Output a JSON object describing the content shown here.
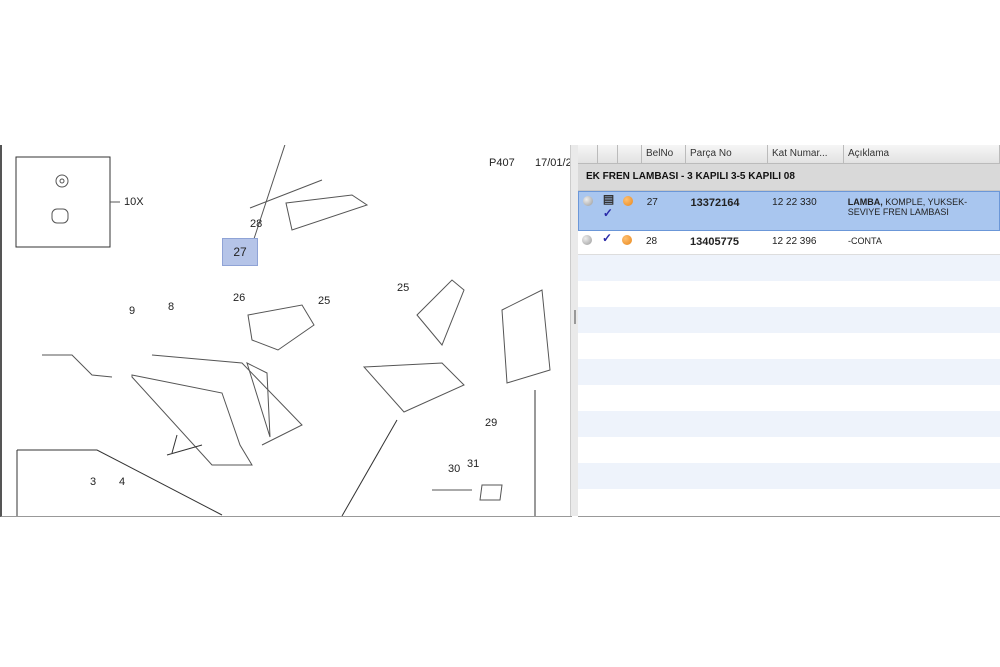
{
  "diagram": {
    "code": "P407",
    "date": "17/01/2",
    "callouts": [
      "10X",
      "28",
      "27",
      "9",
      "8",
      "26",
      "25",
      "25",
      "3",
      "4",
      "29",
      "30",
      "31"
    ],
    "highlighted": "27"
  },
  "table": {
    "columns": [
      "",
      "",
      "",
      "BelNo",
      "Parça No",
      "Kat Numar...",
      "Açıklama"
    ],
    "group": "EK FREN LAMBASI - 3 KAPILI 3-5 KAPILI 08",
    "rows": [
      {
        "belno": "27",
        "parca_no": "13372164",
        "kat_no": "12 22 330",
        "desc_bold": "LAMBA,",
        "desc": " KOMPLE, YUKSEK-SEVIYE FREN LAMBASI",
        "selected": true
      },
      {
        "belno": "28",
        "parca_no": "13405775",
        "kat_no": "12 22 396",
        "desc_bold": "",
        "desc": "-CONTA",
        "selected": false
      }
    ]
  },
  "colors": {
    "selected": "#a9c6ef",
    "highlight": "#b5c4e8",
    "stripe": "#eef3fb"
  }
}
